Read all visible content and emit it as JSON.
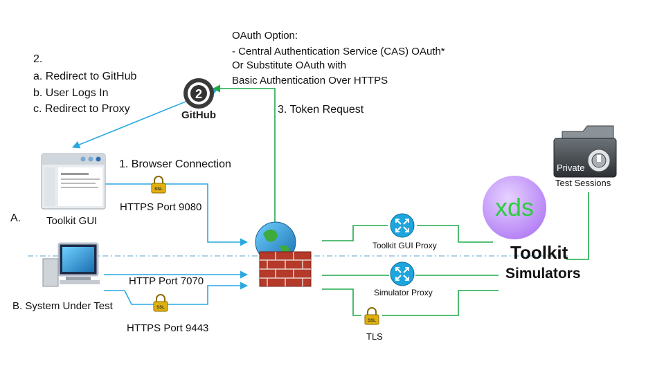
{
  "oauth": {
    "heading": "OAuth Option:",
    "line1": "- Central Authentication Service (CAS) OAuth*",
    "line2": "Or Substitute OAuth with",
    "line3": "Basic Authentication Over HTTPS"
  },
  "steps": {
    "step2_title": "2.",
    "step2_a": "a. Redirect to GitHub",
    "step2_b": "b. User Logs In",
    "step2_c": "c. Redirect to Proxy",
    "step1": "1. Browser Connection",
    "step3": "3. Token Request"
  },
  "github": {
    "label": "GitHub",
    "badge_number": "2"
  },
  "toolkit_gui": {
    "label": "Toolkit GUI",
    "marker": "A."
  },
  "sut": {
    "label": "System Under Test",
    "marker": "B."
  },
  "ports": {
    "https_9080": "HTTPS Port 9080",
    "http_7070": "HTTP Port 7070",
    "https_9443": "HTTPS Port 9443"
  },
  "proxies": {
    "gui_proxy": "Toolkit GUI Proxy",
    "sim_proxy": "Simulator Proxy",
    "tls": "TLS"
  },
  "toolkit": {
    "xds": "xds",
    "line1": "Toolkit",
    "line2": "Simulators"
  },
  "sessions": {
    "folder_label": "Private",
    "label": "Test Sessions"
  },
  "ssl_badge": "SSL",
  "colors": {
    "blue_line": "#29a8e0",
    "green_line": "#1faa4a",
    "xds_purple": "#c9a0ff",
    "xds_green": "#2ecc40"
  }
}
